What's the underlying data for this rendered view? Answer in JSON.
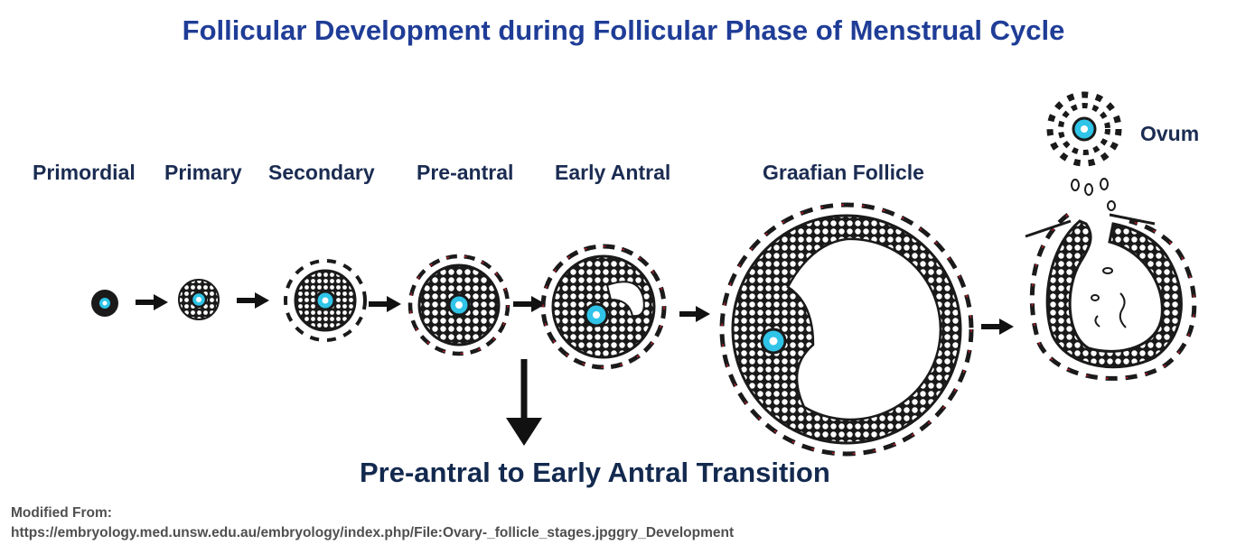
{
  "title": "Follicular Development during Follicular Phase of Menstrual Cycle",
  "stages": [
    {
      "label": "Primordial"
    },
    {
      "label": "Primary"
    },
    {
      "label": "Secondary"
    },
    {
      "label": "Pre-antral"
    },
    {
      "label": "Early Antral"
    },
    {
      "label": "Graafian Follicle"
    }
  ],
  "ovum_label": "Ovum",
  "transition_label": "Pre-antral to Early Antral Transition",
  "credit": {
    "line1": "Modified From:",
    "line2": "https://embryology.med.unsw.edu.au/embryology/index.php/File:Ovary-_follicle_stages.jpggry_Development"
  },
  "colors": {
    "title": "#1f3d97",
    "labels": "#1b2c52",
    "oocyte": "#2fc4e8",
    "theca_red": "#b0212b"
  }
}
